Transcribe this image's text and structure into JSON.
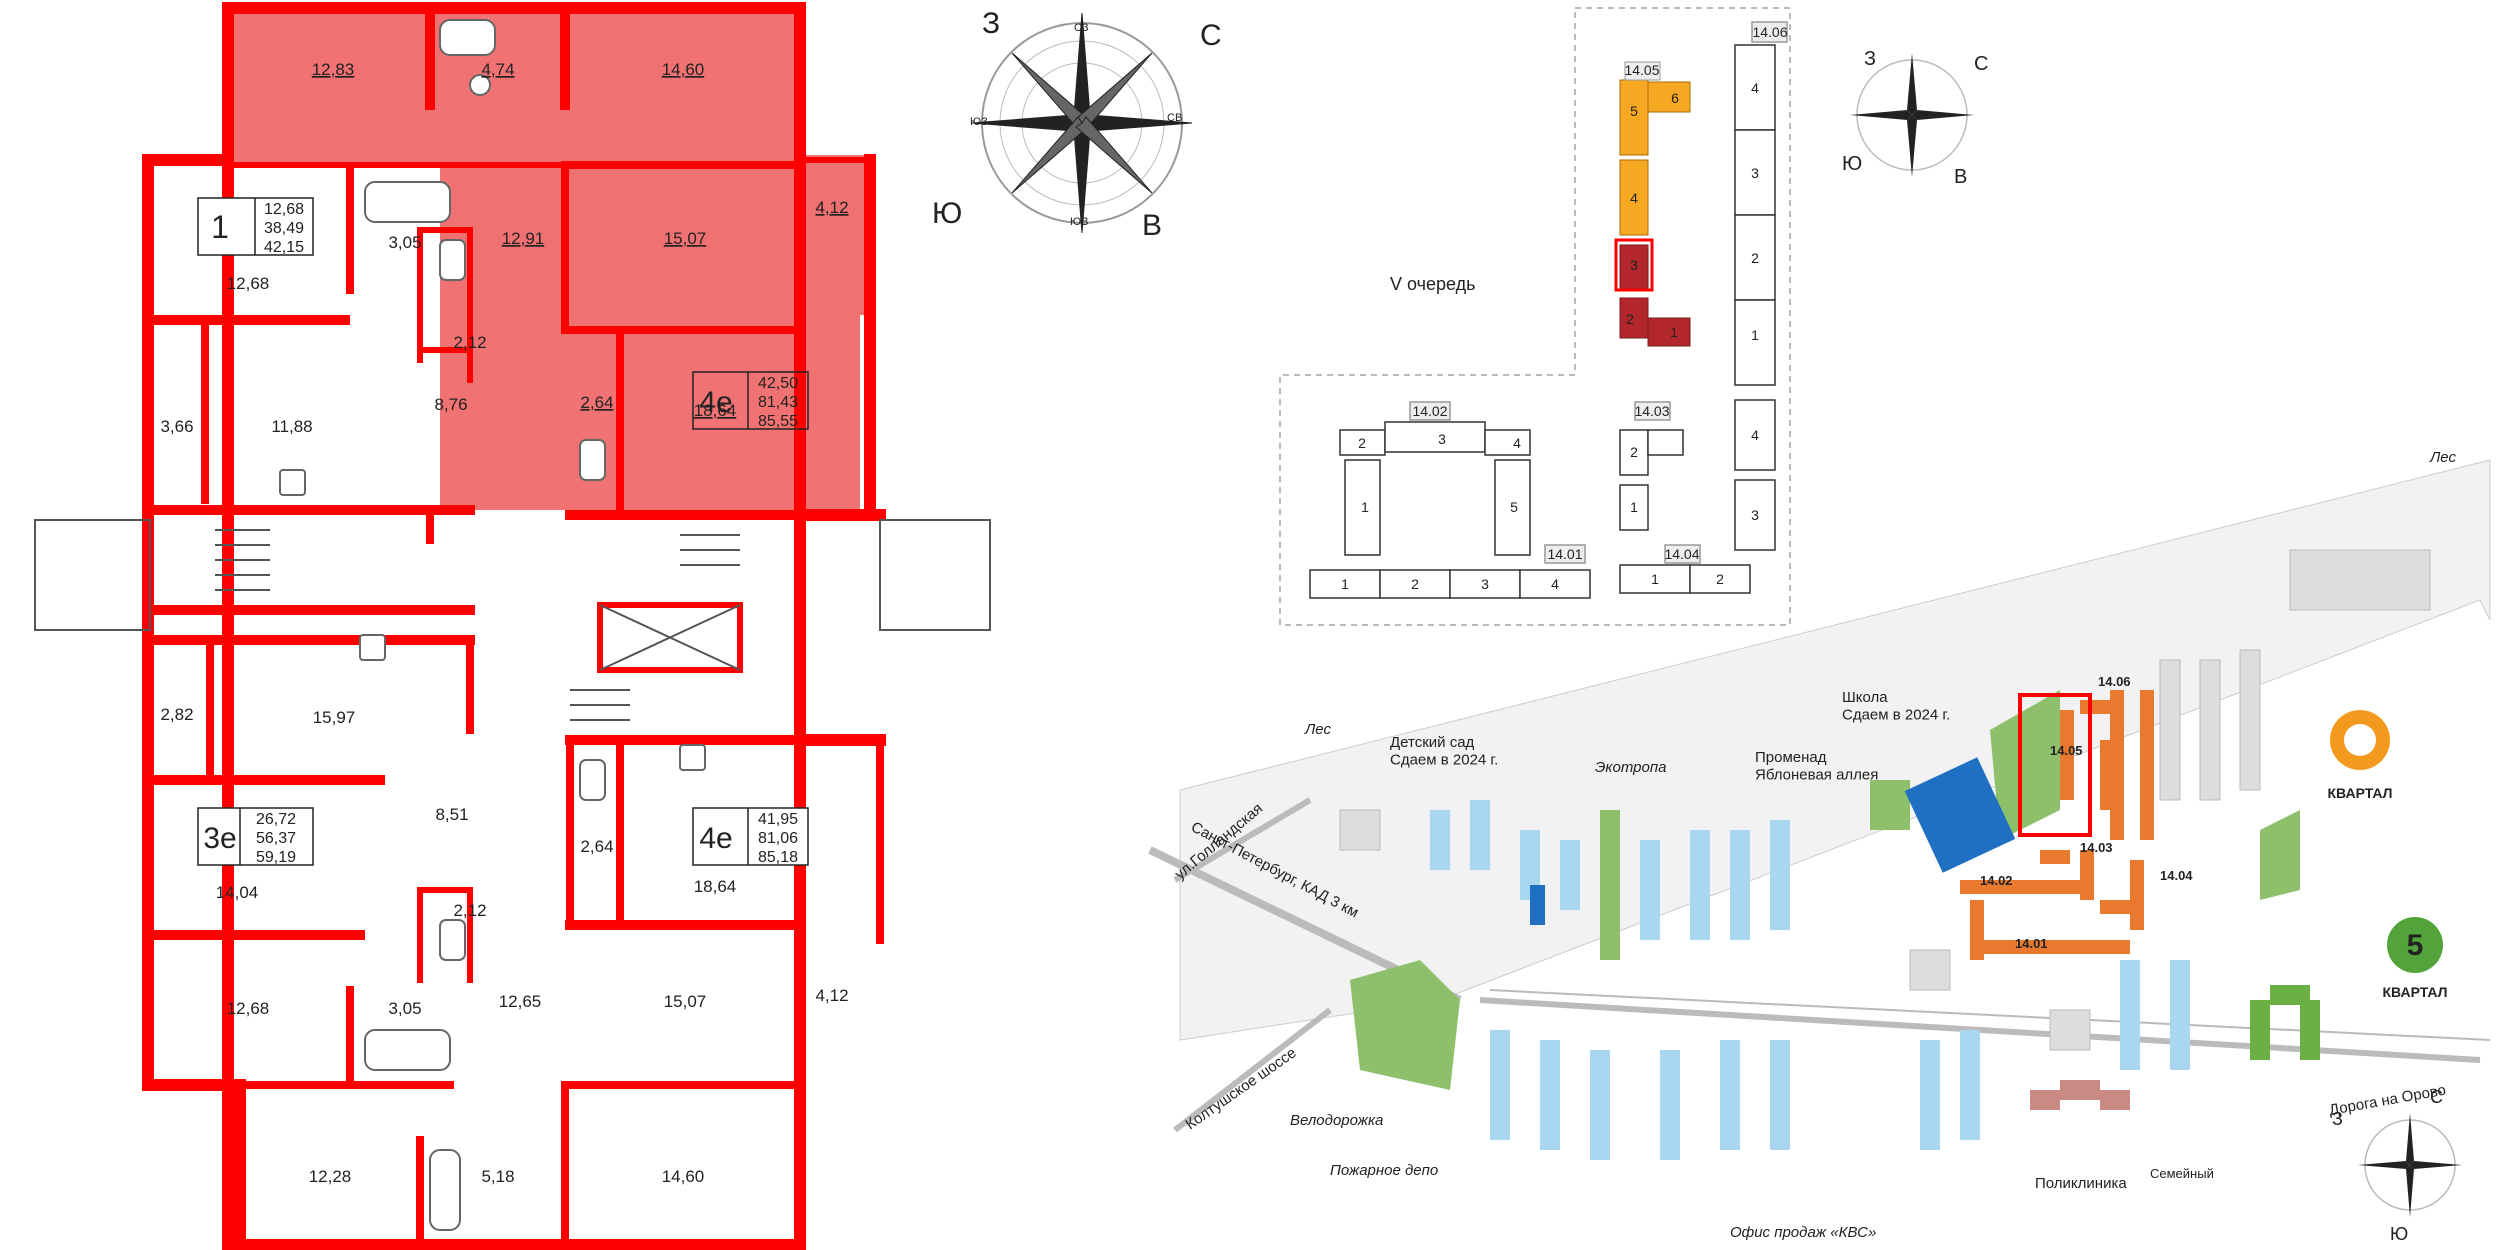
{
  "colors": {
    "wall": "#ff0000",
    "highlight": "#ef6a6a",
    "section_orange": "#f7a823",
    "section_red": "#b3262b",
    "site_orange": "#e8792f",
    "site_blue": "#1f6fc2",
    "site_green": "#6ab043",
    "site_lightblue": "#a9d6f0"
  },
  "floorplan": {
    "rooms_top": [
      "12,83",
      "4,74",
      "14,60",
      "12,91",
      "15,07",
      "4,12",
      "2,64",
      "18,64"
    ],
    "apt_1": {
      "type": "1",
      "areas": [
        "12,68",
        "38,49",
        "42,15"
      ]
    },
    "apt_4e_top": {
      "type": "4е",
      "areas": [
        "42,50",
        "81,43",
        "85,55"
      ]
    },
    "rooms_left_upper": [
      "3,05",
      "12,68",
      "2,12",
      "3,66",
      "11,88",
      "8,76"
    ],
    "rooms_middle": [
      "2,82",
      "15,97",
      "8,51",
      "2,64",
      "18,64"
    ],
    "apt_3e": {
      "type": "3е",
      "areas": [
        "26,72",
        "56,37",
        "59,19"
      ]
    },
    "apt_4e_bottom": {
      "type": "4е",
      "areas": [
        "41,95",
        "81,06",
        "85,18"
      ]
    },
    "rooms_bottom": [
      "14,04",
      "2,12",
      "12,68",
      "3,05",
      "12,65",
      "15,07",
      "4,12",
      "12,28",
      "5,18",
      "14,60"
    ]
  },
  "compass_large": {
    "n": "С",
    "s": "Ю",
    "w": "З",
    "e": "В",
    "nw": "СЗ",
    "ne": "СВ",
    "sw": "ЮЗ",
    "se": "ЮВ"
  },
  "compass_small": {
    "n": "С",
    "s": "Ю",
    "w": "З",
    "e": "В"
  },
  "section_plan": {
    "queue_label": "V очередь",
    "buildings": [
      "14.06",
      "14.05",
      "14.02",
      "14.01",
      "14.03",
      "14.04"
    ],
    "sections_1405": [
      "5",
      "6",
      "4",
      "3",
      "2",
      "1"
    ],
    "sections_1406": [
      "4",
      "3",
      "2",
      "1"
    ],
    "sections_1402": [
      "2",
      "3",
      "4",
      "1",
      "5"
    ],
    "sections_1401": [
      "1",
      "2",
      "3",
      "4"
    ],
    "sections_1403": [
      "2",
      "1"
    ],
    "sections_1404": [
      "1",
      "2",
      "4",
      "3"
    ]
  },
  "site_map": {
    "forest_top": "Лес",
    "forest_left": "Лес",
    "ecotrail": "Экотропа",
    "kindergarten": "Детский сад\nСдаем в 2024 г.",
    "promenade": "Променад\nЯблоневая аллея",
    "school": "Школа\nСдаем в 2024 г.",
    "road_spb": "Санкт-Петербург, КАД 3 км",
    "road_gollandskaya": "ул.Голландская",
    "road_koltushskoe": "Колтушское шоссе",
    "bikepath": "Велодорожка",
    "fire_depot": "Пожарное депо",
    "sales_office": "Офис продаж «КВС»",
    "clinic": "Поликлиника",
    "store": "Семейный",
    "road_orovo": "Дорога на Орово",
    "brand_6": "КВАРТАЛ",
    "brand_5": "КВАРТАЛ",
    "building_labels": [
      "14.06",
      "14.05",
      "14.03",
      "14.02",
      "14.04",
      "14.01"
    ]
  }
}
